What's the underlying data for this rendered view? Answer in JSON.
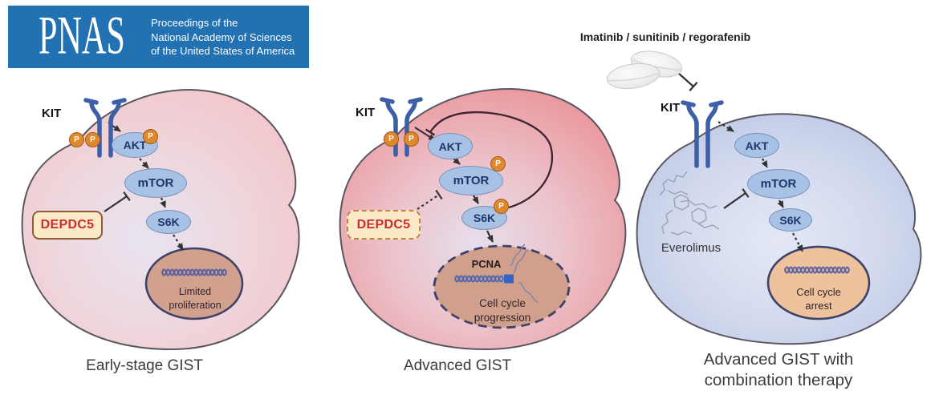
{
  "header": {
    "logo": "PNAS",
    "tagline_line1": "Proceedings of the",
    "tagline_line2": "National Academy of Sciences",
    "tagline_line3": "of the United States of America"
  },
  "panel1": {
    "kit_label": "KIT",
    "akt_label": "AKT",
    "mtor_label": "mTOR",
    "s6k_label": "S6K",
    "depdc5_label": "DEPDC5",
    "phospho_label": "P",
    "nucleus_line1": "Limited",
    "nucleus_line2": "proliferation",
    "caption": "Early-stage GIST"
  },
  "panel2": {
    "kit_label": "KIT",
    "akt_label": "AKT",
    "mtor_label": "mTOR",
    "s6k_label": "S6K",
    "depdc5_label": "DEPDC5",
    "phospho_label": "P",
    "pcna_label": "PCNA",
    "nucleus_line1": "Cell cycle",
    "nucleus_line2": "progression",
    "caption": "Advanced GIST"
  },
  "panel3": {
    "drug_label": "Imatinib / sunitinib / regorafenib",
    "kit_label": "KIT",
    "akt_label": "AKT",
    "mtor_label": "mTOR",
    "s6k_label": "S6K",
    "everolimus_label": "Everolimus",
    "nucleus_line1": "Cell cycle",
    "nucleus_line2": "arrest",
    "caption_line1": "Advanced GIST with",
    "caption_line2": "combination therapy"
  },
  "colors": {
    "pnas_blue": "#2171b3",
    "kit_blue": "#3d5fa8",
    "phospho_orange": "#e0882c",
    "depdc5_text_red": "#cf2b2b",
    "node_fill_blue": "#a7c2e4",
    "nucleus_tan": "#d1a18e",
    "nucleus_orange": "#eec29c",
    "cell1_pink": "#f3c4c8",
    "cell2_red": "#e98e92",
    "cell3_blue": "#b4c1e1"
  }
}
